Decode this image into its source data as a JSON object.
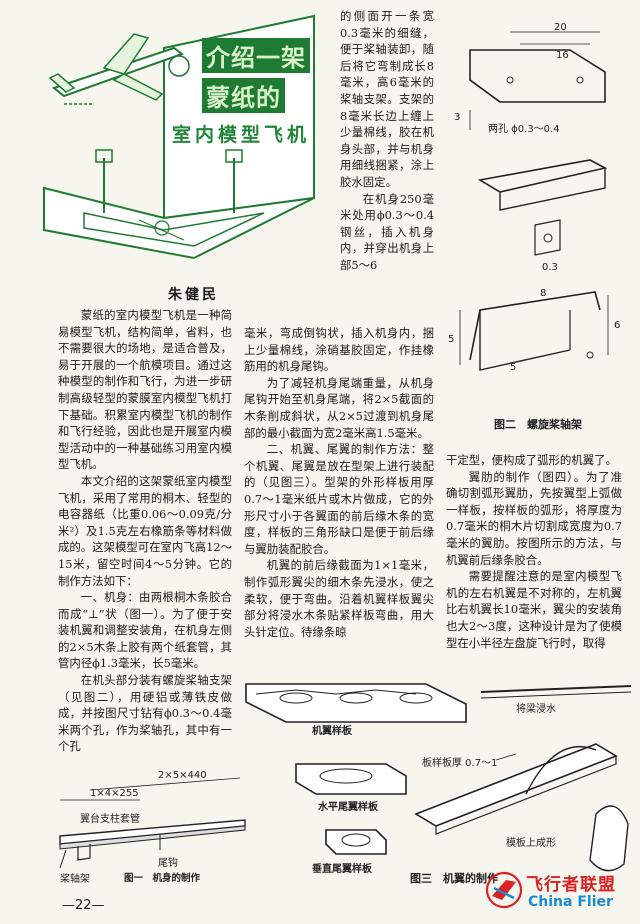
{
  "article": {
    "title_line1": "介绍一架",
    "title_line2": "蒙纸的",
    "title_line3": "室内模型飞机",
    "author": "朱健民"
  },
  "col_left": [
    "蒙纸的室内模型飞机是一种简易模型飞机，结构简单，省料，也不需要很大的场地，是适合普及，易于开展的一个航模项目。通过这种模型的制作和飞行，为进一步研制高级轻型的蒙膜室内模型飞机打下基础。积累室内模型飞机的制作和飞行经验，因此也是开展室内模型活动中的一种基础练习用室内模型飞机。",
    "本文介绍的这架蒙纸室内模型飞机，采用了常用的桐木、轻型的电容器纸（比重0.06～0.09克/分米²）及1.5克左右橡筋条等材料做成的。这架模型可在室内飞高12～15米，留空时间4～5分钟。它的制作方法如下：",
    "一、机身：由两根桐木条胶合而成“⊥”状（图一）。为了便于安装机翼和调整安装角，在机身左侧的2×5木条上胶有两个纸套管，其管内径ϕ1.3毫米，长5毫米。",
    "在机头部分装有螺旋桨轴支架（见图二），用硬铝或薄铁皮做成，并按图尺寸钻有ϕ0.3～0.4毫米两个孔，作为桨轴孔，其中有一个孔"
  ],
  "col_mid_top": [
    "的侧面开一条宽0.3毫米的细缝，便于桨轴装卸，随后将它弯制成长8毫米，高6毫米的桨轴支架。支架的8毫米长边上缠上少量棉线，胶在机身头部，并与机身用细线捆紧，涂上胶水固定。",
    "在机身250毫米处用ϕ0.3～0.4钢丝，插入机身内，并穿出机身上部5～6"
  ],
  "col_mid_bottom": [
    "毫米，弯成倒钩状，插入机身内，捆上少量棉线，涂硝基胶固定，作挂橡筋用的机身尾钩。",
    "为了减轻机身尾端重量，从机身尾钩开始至机身尾端，将2×5截面的木条削成斜状，从2×5过渡到机身尾部的最小截面为宽2毫米高1.5毫米。",
    "二、机翼、尾翼的制作方法：整个机翼、尾翼是放在型架上进行装配的（见图三）。型架的外形样板用厚0.7～1毫米纸片或木片做成，它的外形尺寸小于各翼面的前后缘木条的宽度，样板的三角形缺口是便于前后缘与翼肋装配胶合。",
    "机翼的前后缘截面为1×1毫米，制作弧形翼尖的细木条先浸水，使之柔软，便于弯曲。沿着机翼样板翼尖部分将浸水木条贴紧样板弯曲，用大头针定位。待缘条晾"
  ],
  "col_right": [
    "干定型，便构成了弧形的机翼了。",
    "翼肋的制作（图四）。为了准确切割弧形翼肋，先按翼型上弧做一样板，按样板的弧形，将厚度为0.7毫米的桐木片切割成宽度为0.7毫米的翼肋。按图所示的方法，与机翼前后缘条胶合。",
    "需要提醒注意的是室内模型飞机的左右机翼是不对称的，左机翼比右机翼长10毫米，翼尖的安装角也大2～3度，这种设计是为了使模型在小半径左盘旋飞行时，取得"
  ],
  "fig2": {
    "dim_20": "20",
    "dim_16": "16",
    "dim_3": "3",
    "holes": "两孔 ϕ0.3～0.4",
    "dim_03": "0.3",
    "dim_5a": "5",
    "dim_5b": "5",
    "dim_6": "6",
    "dim_8": "8",
    "caption": "图二　螺旋桨轴架"
  },
  "fig1": {
    "dim_a": "2×5×440",
    "dim_b": "1×4×255",
    "label_sleeve": "翼台支柱套管",
    "label_hook": "尾钩",
    "label_shaft": "桨轴架",
    "caption": "图一　机身的制作"
  },
  "fig3": {
    "label_wing": "机翼样板",
    "label_htail": "水平尾翼样板",
    "label_vtail": "垂直尾翼样板",
    "label_soak": "将梁浸水",
    "label_thickness": "板样板厚 0.7～1",
    "label_form": "模板上成形",
    "caption": "图三　机翼的制作"
  },
  "page_number": "—22—",
  "watermark": {
    "cn": "飞行者联盟",
    "en": "China Flier"
  },
  "colors": {
    "green": "#1f7a33",
    "ink": "#1b1b1b",
    "paper": "#f6f5ee"
  }
}
